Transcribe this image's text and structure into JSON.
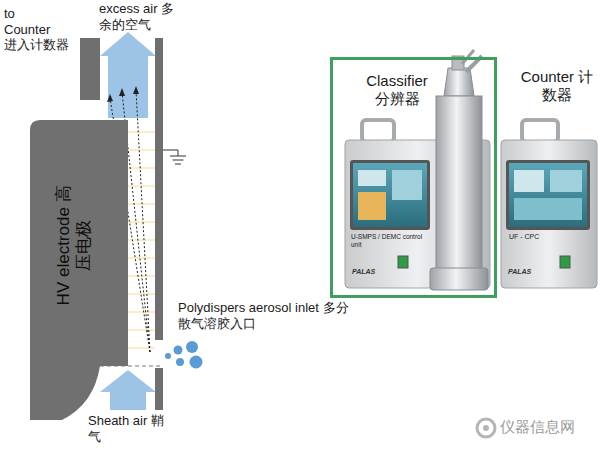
{
  "diagram": {
    "nodes": [
      {
        "text": [
          "HV electrode 高压电极"
        ]
      },
      {
        "text": [
          "Classifier 分辨器"
        ]
      }
    ],
    "labels": [
      "to Counter 进入计数器",
      "excess air 多余的空气",
      "Polydispers aerosol inlet 多分散气溶胶入口",
      "Sheath air 鞘气",
      "Counter 计数器",
      "U-SMPS / DEMC control unit",
      "UF - CPC",
      "PALAS",
      "PALAS",
      "仪器信息网"
    ]
  }
}
